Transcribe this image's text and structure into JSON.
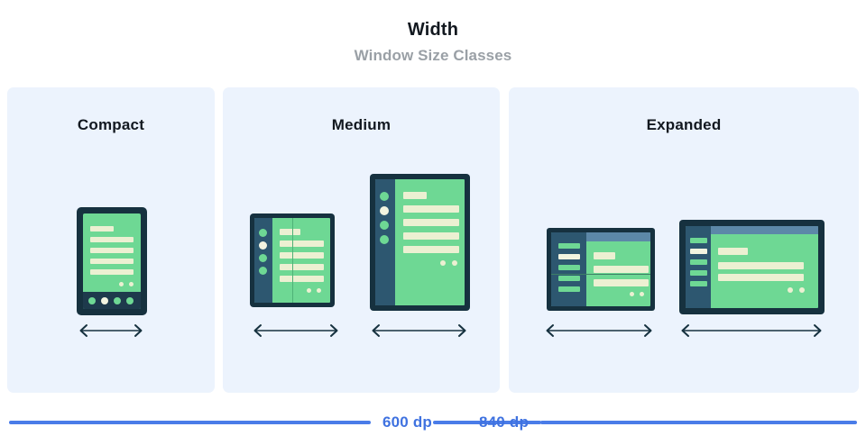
{
  "header": {
    "title": "Width",
    "subtitle": "Window Size Classes"
  },
  "colors": {
    "panel_bg": "#ecf3fd",
    "device_bezel": "#16313f",
    "device_rail": "#2d5770",
    "device_appbar": "#5c88a8",
    "screen_green": "#6ed894",
    "content_cream": "#ecf0d2",
    "ruler_blue": "#3f72e0",
    "title_black": "#12181f",
    "subtitle_gray": "#9aa0a6",
    "arrow_navy": "#16313f"
  },
  "panels": [
    {
      "id": "compact",
      "label": "Compact",
      "devices": [
        {
          "name": "phone-portrait",
          "type": "phone",
          "arrow_label": "width-arrow"
        }
      ]
    },
    {
      "id": "medium",
      "label": "Medium",
      "devices": [
        {
          "name": "foldable-portrait-unfolded",
          "type": "foldable",
          "arrow_label": "width-arrow"
        },
        {
          "name": "tablet-portrait",
          "type": "tablet-portrait",
          "arrow_label": "width-arrow"
        }
      ]
    },
    {
      "id": "expanded",
      "label": "Expanded",
      "devices": [
        {
          "name": "foldable-landscape",
          "type": "foldable-landscape",
          "arrow_label": "width-arrow"
        },
        {
          "name": "tablet-landscape",
          "type": "tablet-landscape",
          "arrow_label": "width-arrow"
        }
      ]
    }
  ],
  "rulers": [
    {
      "id": "600",
      "label": "600 dp"
    },
    {
      "id": "840",
      "label": "840 dp"
    }
  ],
  "icons": {
    "arrow": "double-headed-horizontal-arrow"
  }
}
